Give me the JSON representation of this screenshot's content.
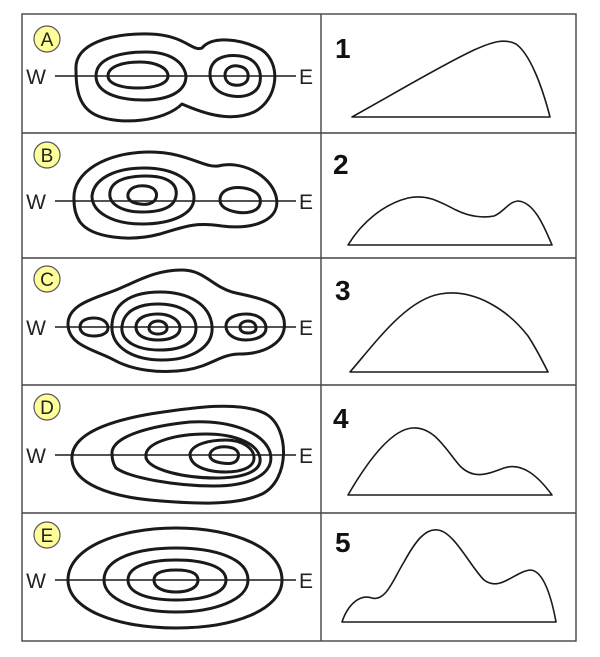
{
  "badge_color": "#ffff99",
  "direction_labels": {
    "west": "W",
    "east": "E"
  },
  "maps": [
    {
      "letter": "A"
    },
    {
      "letter": "B"
    },
    {
      "letter": "C"
    },
    {
      "letter": "D"
    },
    {
      "letter": "E"
    }
  ],
  "profiles": [
    {
      "number": "1"
    },
    {
      "number": "2"
    },
    {
      "number": "3"
    },
    {
      "number": "4"
    },
    {
      "number": "5"
    }
  ]
}
